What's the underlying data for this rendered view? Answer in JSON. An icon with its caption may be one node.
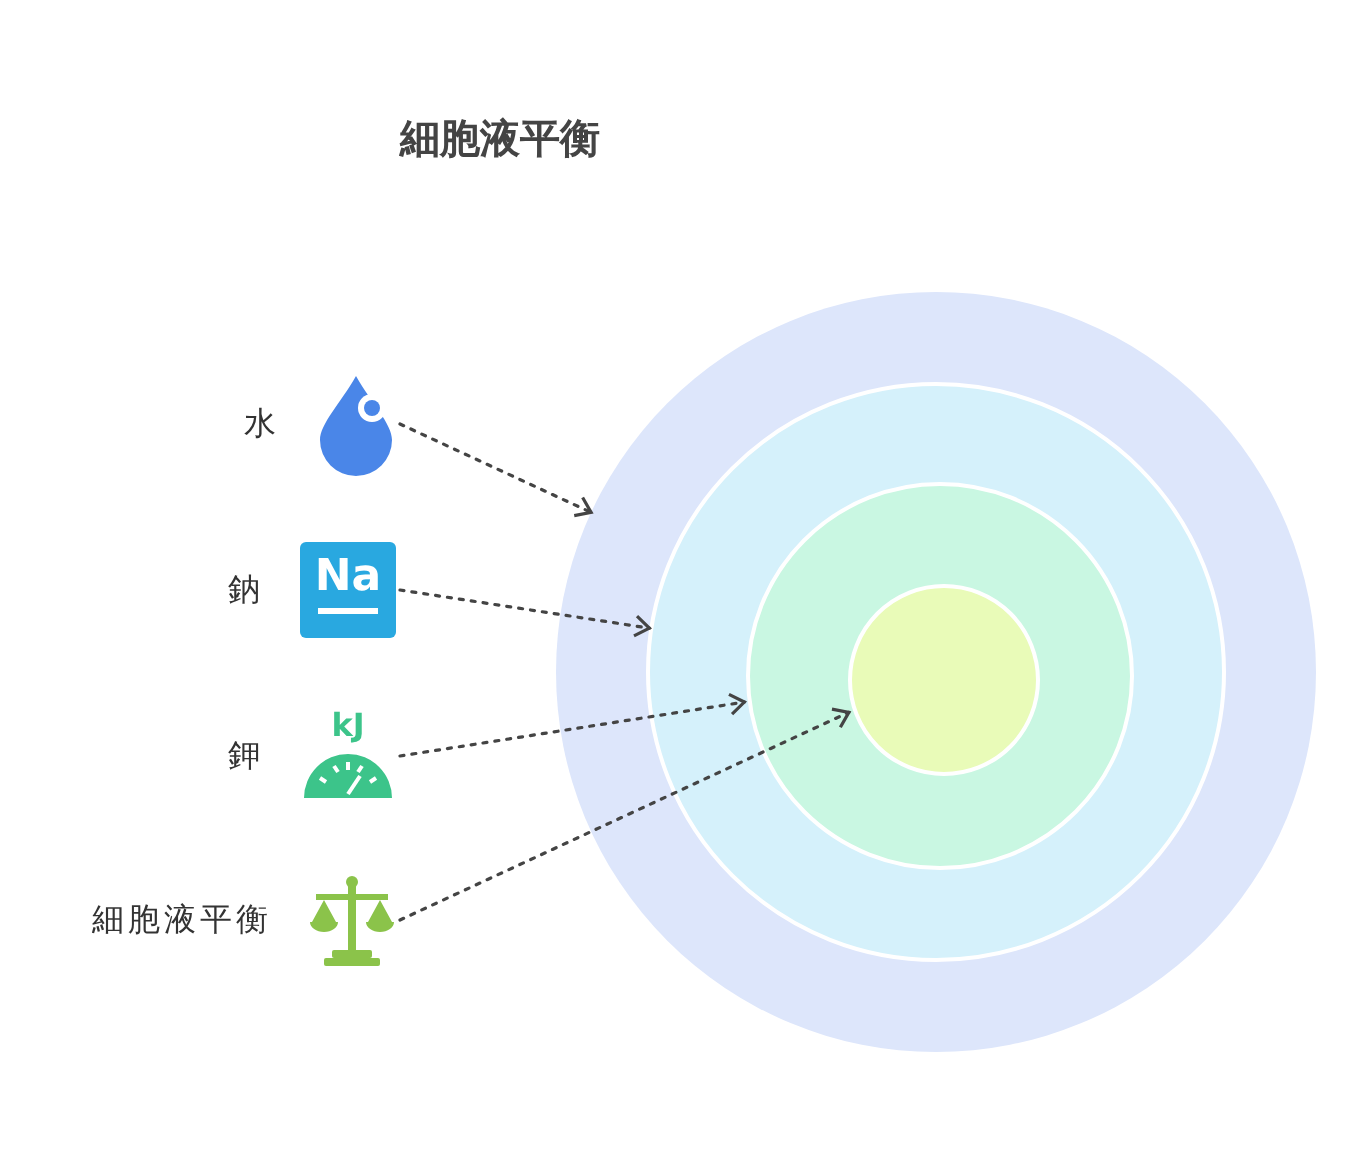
{
  "diagram": {
    "title": "細胞液平衡",
    "nodes": [
      {
        "text": [],
        "shape": "circle"
      },
      {
        "text": [],
        "shape": "circle",
        "in": 0
      },
      {
        "text": [],
        "shape": "circle",
        "in": 1
      },
      {
        "text": [],
        "shape": "circle",
        "in": 2
      },
      {
        "text": [
          "水"
        ]
      },
      {
        "text": [
          "鈉"
        ]
      },
      {
        "text": [
          "鉀"
        ]
      },
      {
        "text": [
          "細胞液平衡"
        ]
      }
    ],
    "edges": [
      {
        "from": 4,
        "to": 0,
        "arrow": "to",
        "style": "dashed"
      },
      {
        "from": 5,
        "to": 1,
        "arrow": "to",
        "style": "dashed"
      },
      {
        "from": 6,
        "to": 2,
        "arrow": "to",
        "style": "dashed"
      },
      {
        "from": 7,
        "to": 3,
        "arrow": "to",
        "style": "dashed"
      }
    ],
    "labels": [
      "Na",
      "kJ"
    ]
  }
}
